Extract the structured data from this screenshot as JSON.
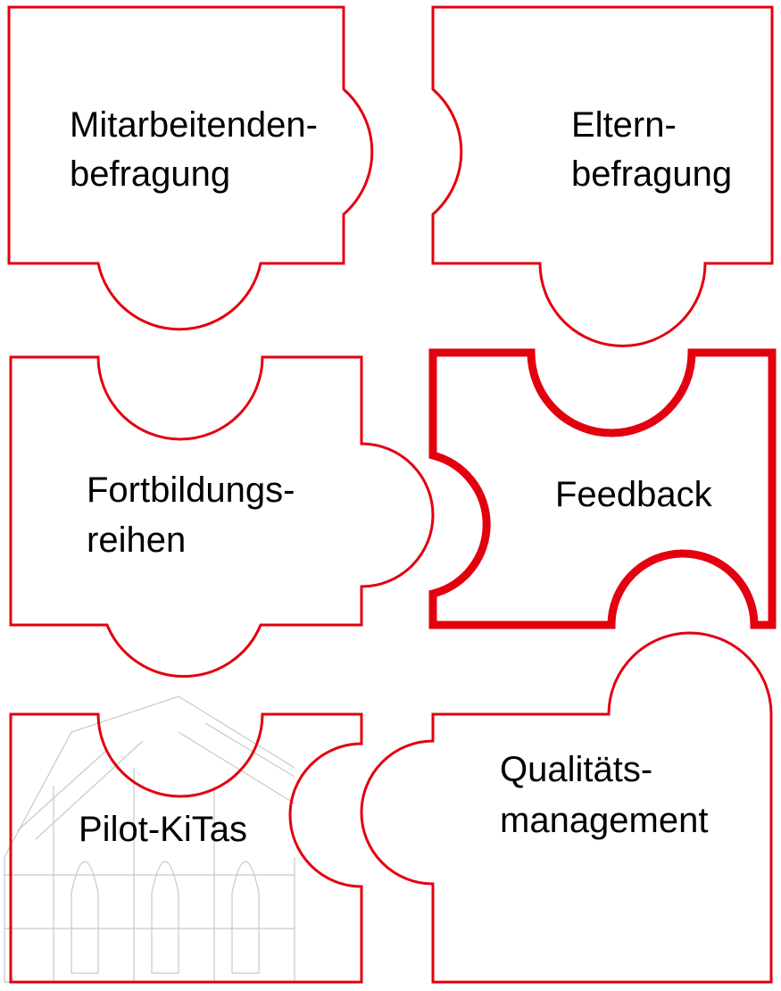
{
  "colors": {
    "outline": "#e3000f",
    "text": "#000000",
    "background": "#ffffff",
    "watermark": "#c8c8c8"
  },
  "watermark": {
    "subject": "church-sketch"
  },
  "pieces": [
    {
      "id": "mitarbeitenden",
      "lines": [
        "Mitarbeitenden-",
        "befragung"
      ],
      "highlighted": false
    },
    {
      "id": "eltern",
      "lines": [
        "Eltern-",
        "befragung"
      ],
      "highlighted": false
    },
    {
      "id": "fortbildung",
      "lines": [
        "Fortbildungs-",
        "reihen"
      ],
      "highlighted": false
    },
    {
      "id": "feedback",
      "lines": [
        "Feedback"
      ],
      "highlighted": true
    },
    {
      "id": "pilot",
      "lines": [
        "Pilot-KiTas"
      ],
      "highlighted": false
    },
    {
      "id": "qualitaet",
      "lines": [
        "Qualitäts-",
        "management"
      ],
      "highlighted": false
    }
  ]
}
